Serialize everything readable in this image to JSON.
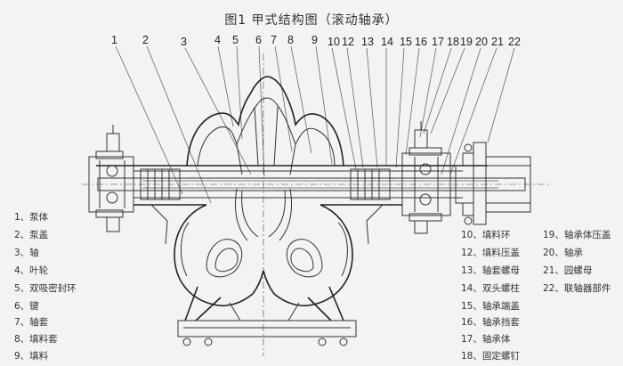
{
  "title": "图1    甲式结构图（滚动轴承）",
  "part_numbers": [
    "1",
    "2",
    "3",
    "4",
    "5",
    "6",
    "7",
    "8",
    "9",
    "10",
    "12",
    "13",
    "14",
    "15",
    "16",
    "17",
    "18",
    "19",
    "20",
    "21",
    "22"
  ],
  "legend": [
    "1、泵体",
    "2、泵盖",
    "3、轴",
    "4、叶轮",
    "5、双吸密封环",
    "6、键",
    "7、轴套",
    "8、填料套",
    "9、填料",
    "10、填料环",
    "12、填料压盖",
    "13、轴套螺母",
    "14、双头螺柱",
    "15、轴承端盖",
    "16、轴承挡套",
    "17、轴承体",
    "18、固定螺钉",
    "19、轴承体压盖",
    "20、轴承",
    "21、园螺母",
    "22、联轴器部件"
  ]
}
